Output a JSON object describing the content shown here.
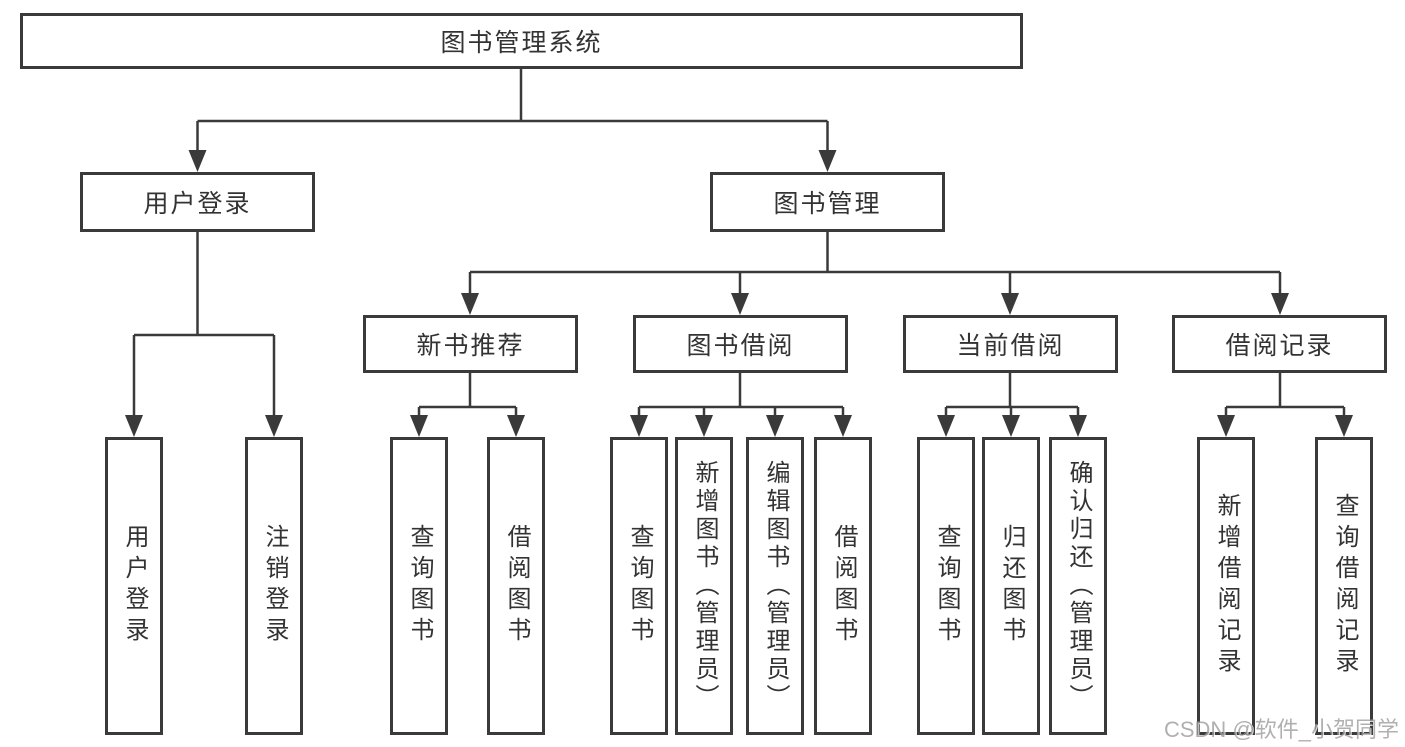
{
  "tree": {
    "root": {
      "label": "图书管理系统"
    },
    "branches": [
      {
        "label": "用户登录",
        "leaves": [
          "用户登录",
          "注销登录"
        ]
      },
      {
        "label": "图书管理",
        "sections": [
          {
            "label": "新书推荐",
            "leaves": [
              "查询图书",
              "借阅图书"
            ]
          },
          {
            "label": "图书借阅",
            "leaves": [
              "查询图书",
              "新增图书（管理员）",
              "编辑图书（管理员）",
              "借阅图书"
            ]
          },
          {
            "label": "当前借阅",
            "leaves": [
              "查询图书",
              "归还图书",
              "确认归还（管理员）"
            ]
          },
          {
            "label": "借阅记录",
            "leaves": [
              "新增借阅记录",
              "查询借阅记录"
            ]
          }
        ]
      }
    ]
  },
  "watermark": {
    "text": "CSDN @软件_小贺同学"
  },
  "colors": {
    "line": "#3a3a3a",
    "text": "#333333",
    "background": "#ffffff",
    "watermark": "#9d9d9d"
  }
}
